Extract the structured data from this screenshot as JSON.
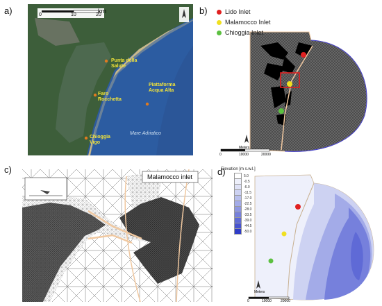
{
  "panels": {
    "a": "a)",
    "b": "b)",
    "c": "c)",
    "d": "d)"
  },
  "panel_a": {
    "scale_ticks": [
      "0",
      "10",
      "20"
    ],
    "scale_unit": "km",
    "places": {
      "punta": "Punta della Salute",
      "piattaforma": "Piattaforma Acqua Alta",
      "faro": "Faro Rocchetta",
      "chioggia": "Chioggia Vigo",
      "mare": "Mare Adriatico"
    },
    "colors": {
      "sea": "#2c5a9e",
      "land": "#3d5e3a",
      "marker": "#e07a1f",
      "label": "#f2e33a"
    }
  },
  "panel_b": {
    "legend": [
      {
        "label": "Lido Inlet",
        "color": "#e02020"
      },
      {
        "label": "Malamocco Inlet",
        "color": "#f0e020"
      },
      {
        "label": "Chioggia Inlet",
        "color": "#5cc040"
      }
    ],
    "scale_unit": "Meters",
    "scale_ticks": [
      "0",
      "10000",
      "20000"
    ]
  },
  "panel_c": {
    "inset_title": "Malamocco inlet"
  },
  "panel_d": {
    "legend_title": "Elevation [m s.w.l.]",
    "legend_items": [
      {
        "label": "5.0",
        "color": "#ffffff"
      },
      {
        "label": "-0.5",
        "color": "#eef0fb"
      },
      {
        "label": "-6.0",
        "color": "#dfe2f7"
      },
      {
        "label": "-11.5",
        "color": "#cdd2f2"
      },
      {
        "label": "-17.0",
        "color": "#b8bfed"
      },
      {
        "label": "-22.5",
        "color": "#a3abe8"
      },
      {
        "label": "-28.0",
        "color": "#8d96e2"
      },
      {
        "label": "-33.5",
        "color": "#7680dc"
      },
      {
        "label": "-39.0",
        "color": "#5f6ad6"
      },
      {
        "label": "-44.5",
        "color": "#4753d0"
      },
      {
        "label": "-50.0",
        "color": "#2f3cc8"
      }
    ],
    "scale_unit": "Meters",
    "scale_ticks": [
      "0",
      "10000",
      "20000"
    ]
  }
}
